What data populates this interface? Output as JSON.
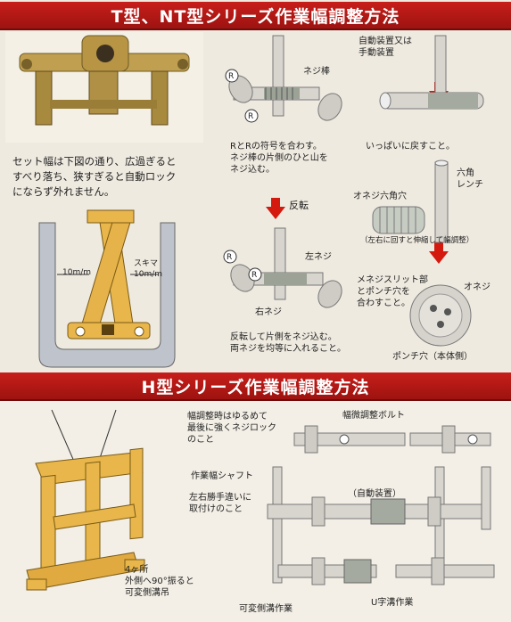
{
  "section_t": {
    "title": "T型、NT型シリーズ作業幅調整方法",
    "intro_lines": [
      "セット幅は下図の通り、広過ぎると",
      "すべり落ち、狭すぎると自動ロック",
      "にならず外れません。"
    ],
    "dim_left": "10m/m",
    "dim_right_label": "スキマ",
    "dim_right": "10m/m",
    "screw_rod": "ネジ棒",
    "r_mark": "R",
    "match_note_lines": [
      "RとRの符号を合わす。",
      "ネジ棒の片側のひと山を",
      "ネジ込む。"
    ],
    "reverse": "反転",
    "left_screw": "左ネジ",
    "right_screw": "右ネジ",
    "reverse_note_lines": [
      "反転して片側をネジ込む。",
      "両ネジを均等に入れること。"
    ],
    "auto_or_manual_lines": [
      "自動装置又は",
      "手動装置"
    ],
    "return_fully": "いっぱいに戻すこと。",
    "hex_wrench_lines": [
      "六角",
      "レンチ"
    ],
    "screw_hex_hole": "オネジ六角穴",
    "turn_note": "（左右に回すと伸縮して幅調整）",
    "slit_note_lines": [
      "メネジスリット部",
      "とポンチ穴を",
      "合わすこと。"
    ],
    "male_screw": "オネジ",
    "punch_hole": "ポンチ穴（本体側）"
  },
  "section_h": {
    "title": "H型シリーズ作業幅調整方法",
    "loosen_note_lines": [
      "幅調整時はゆるめて",
      "最後に強くネジロック",
      "のこと"
    ],
    "fine_bolt": "幅微調整ボルト",
    "work_shaft": "作業幅シャフト",
    "mount_note_lines": [
      "左右勝手違いに",
      "取付けのこと"
    ],
    "auto_device": "（自動装置）",
    "corner_note_lines": [
      "4ヶ所",
      "外側へ90°振ると",
      "可変側溝吊"
    ],
    "variable_work": "可変側溝作業",
    "u_work": "U字溝作業"
  },
  "colors": {
    "banner": "#b3180f",
    "metal": "#c9c6c0",
    "yellow": "#e8b64a",
    "arrow": "#d4190f",
    "spring": "#8a8f85"
  }
}
